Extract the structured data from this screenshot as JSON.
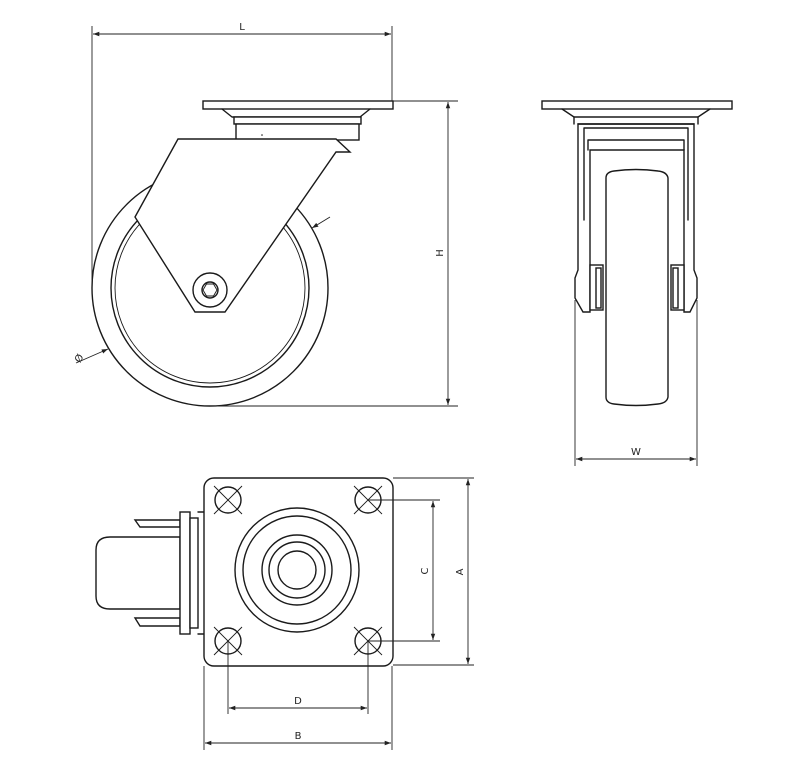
{
  "dimensions": {
    "L": "L",
    "H": "H",
    "W": "W",
    "A": "A",
    "B": "B",
    "C": "C",
    "D": "D",
    "diameter": "Ø"
  },
  "colors": {
    "line": "#1a1a1a",
    "background": "#ffffff"
  }
}
